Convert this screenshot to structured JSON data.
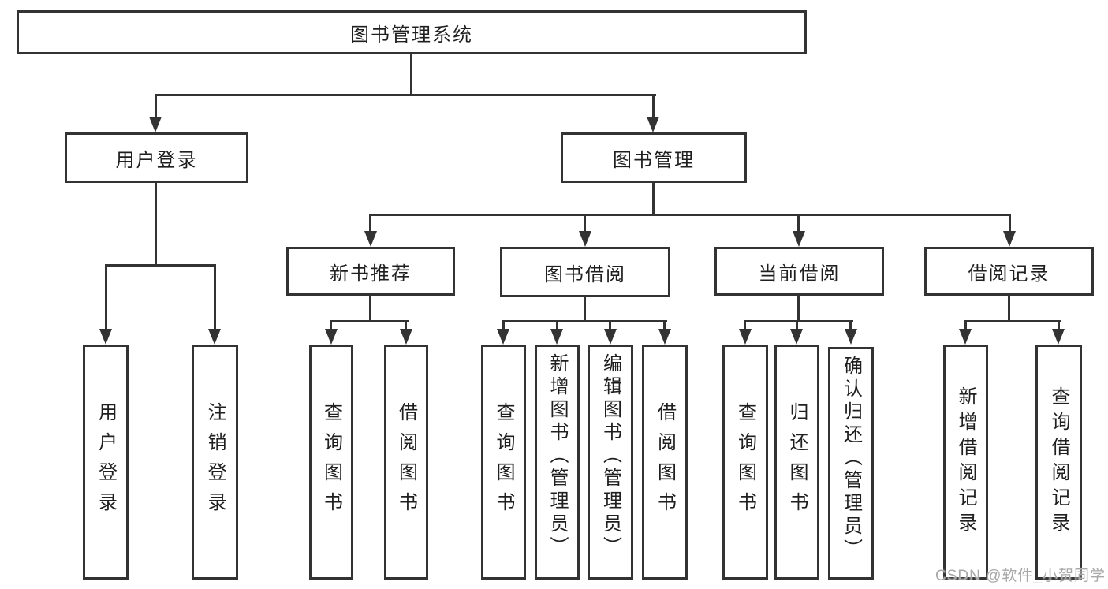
{
  "nodes": {
    "root": {
      "label": "图书管理系统"
    },
    "level1": [
      {
        "label": "用户登录"
      },
      {
        "label": "图书管理"
      }
    ],
    "level2": [
      {
        "label": "新书推荐"
      },
      {
        "label": "图书借阅"
      },
      {
        "label": "当前借阅"
      },
      {
        "label": "借阅记录"
      }
    ],
    "leaves": [
      {
        "label": "用户登录"
      },
      {
        "label": "注销登录"
      },
      {
        "label": "查询图书"
      },
      {
        "label": "借阅图书"
      },
      {
        "label": "查询图书"
      },
      {
        "label": "新增图书（管理员）"
      },
      {
        "label": "编辑图书（管理员）"
      },
      {
        "label": "借阅图书"
      },
      {
        "label": "查询图书"
      },
      {
        "label": "归还图书"
      },
      {
        "label": "确认归还（管理员）"
      },
      {
        "label": "新增借阅记录"
      },
      {
        "label": "查询借阅记录"
      }
    ]
  },
  "watermark": {
    "text": "CSDN @软件_小贺同学"
  },
  "colors": {
    "line": "#333333",
    "box_border": "#333333",
    "text": "#1f1f1f",
    "background": "#ffffff",
    "watermark": "#a8a8a8"
  }
}
